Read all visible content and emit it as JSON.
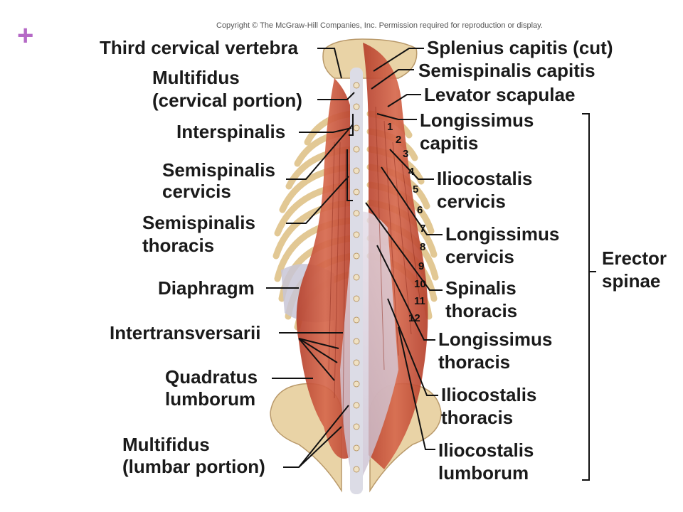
{
  "slide": {
    "plus_symbol": "+"
  },
  "copyright": "Copyright © The McGraw-Hill Companies, Inc. Permission required for reproduction or display.",
  "colors": {
    "accent": "#b569c6",
    "label_text": "#1a1a1a",
    "muscle": "#c9573f",
    "bone": "#e9d3a6",
    "leader": "#111111"
  },
  "labels": {
    "third_cervical_vertebra": "Third cervical vertebra",
    "multifidus_cervical_1": "Multifidus",
    "multifidus_cervical_2": "(cervical portion)",
    "interspinalis": "Interspinalis",
    "semispinalis_cervicis_1": "Semispinalis",
    "semispinalis_cervicis_2": "cervicis",
    "semispinalis_thoracis_1": "Semispinalis",
    "semispinalis_thoracis_2": "thoracis",
    "diaphragm": "Diaphragm",
    "intertransversarii": "Intertransversarii",
    "quadratus_lumborum_1": "Quadratus",
    "quadratus_lumborum_2": "lumborum",
    "multifidus_lumbar_1": "Multifidus",
    "multifidus_lumbar_2": "(lumbar portion)",
    "splenius_capitis": "Splenius capitis (cut)",
    "semispinalis_capitis": "Semispinalis capitis",
    "levator_scapulae": "Levator scapulae",
    "longissimus_capitis_1": "Longissimus",
    "longissimus_capitis_2": "capitis",
    "iliocostalis_cervicis_1": "Iliocostalis",
    "iliocostalis_cervicis_2": "cervicis",
    "longissimus_cervicis_1": "Longissimus",
    "longissimus_cervicis_2": "cervicis",
    "spinalis_thoracis_1": "Spinalis",
    "spinalis_thoracis_2": "thoracis",
    "longissimus_thoracis_1": "Longissimus",
    "longissimus_thoracis_2": "thoracis",
    "iliocostalis_thoracis_1": "Iliocostalis",
    "iliocostalis_thoracis_2": "thoracis",
    "iliocostalis_lumborum_1": "Iliocostalis",
    "iliocostalis_lumborum_2": "lumborum",
    "erector_spinae_1": "Erector",
    "erector_spinae_2": "spinae"
  },
  "rib_numbers": [
    "1",
    "2",
    "3",
    "4",
    "5",
    "6",
    "7",
    "8",
    "9",
    "10",
    "11",
    "12"
  ]
}
